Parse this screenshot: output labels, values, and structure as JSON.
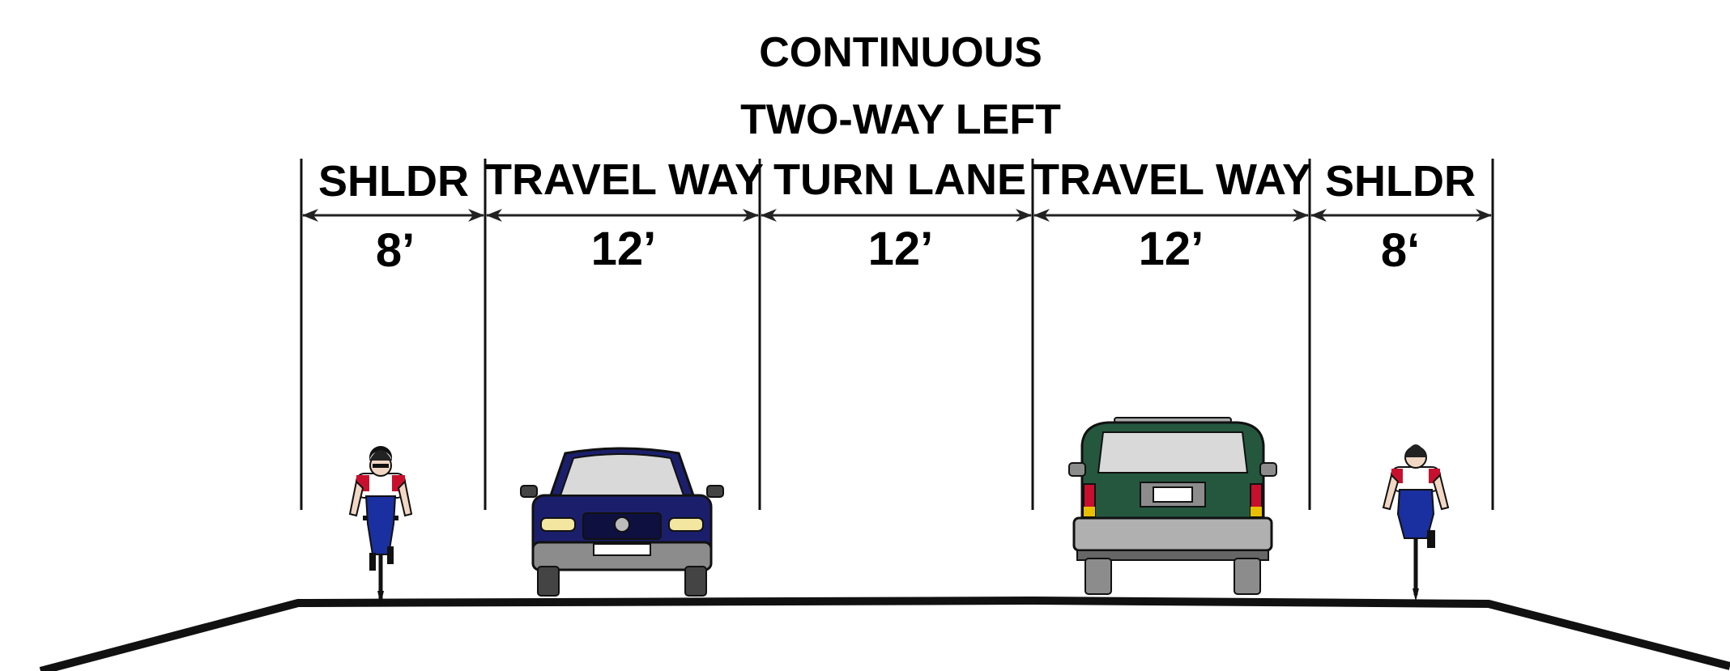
{
  "title": {
    "line1": "CONTINUOUS",
    "line2": "TWO-WAY LEFT"
  },
  "lanes": [
    {
      "name": "SHLDR",
      "width": "8’"
    },
    {
      "name": "TRAVEL WAY",
      "width": "12’"
    },
    {
      "name": "TURN LANE",
      "width": "12’"
    },
    {
      "name": "TRAVEL WAY",
      "width": "12’"
    },
    {
      "name": "SHLDR",
      "width": "8‘"
    }
  ],
  "colors": {
    "ink": "#000000",
    "sedan_body": "#1b1f6b",
    "suv_body": "#25573f",
    "bumper_gray": "#8c8c8c",
    "glass": "#d9d9d9",
    "cyclist_jersey_red": "#c8102e",
    "cyclist_shorts_blue": "#1a2fa0"
  },
  "icons": [
    "cyclist-icon",
    "sedan-front-icon",
    "suv-rear-icon",
    "cyclist-icon"
  ]
}
